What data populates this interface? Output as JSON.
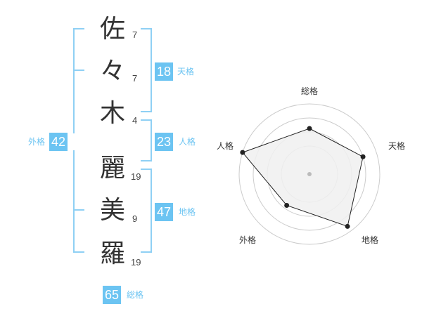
{
  "name_chars": [
    {
      "char": "佐",
      "strokes": "7"
    },
    {
      "char": "々",
      "strokes": "7"
    },
    {
      "char": "木",
      "strokes": "4"
    },
    {
      "char": "麗",
      "strokes": "19"
    },
    {
      "char": "美",
      "strokes": "9"
    },
    {
      "char": "羅",
      "strokes": "19"
    }
  ],
  "fortunes": {
    "tenkaku": {
      "label": "天格",
      "value": "18"
    },
    "jinkaku": {
      "label": "人格",
      "value": "23"
    },
    "chikaku": {
      "label": "地格",
      "value": "47"
    },
    "gaikaku": {
      "label": "外格",
      "value": "42"
    },
    "soukaku": {
      "label": "総格",
      "value": "65"
    }
  },
  "radar": {
    "axes": [
      "総格",
      "天格",
      "地格",
      "外格",
      "人格"
    ],
    "levels": [
      0.65,
      0.8,
      0.92,
      0.55,
      1.0
    ],
    "colors": {
      "fill": "#f0f0f0",
      "stroke": "#222222",
      "ring": "#cccccc",
      "center": "#bbbbbb"
    }
  }
}
